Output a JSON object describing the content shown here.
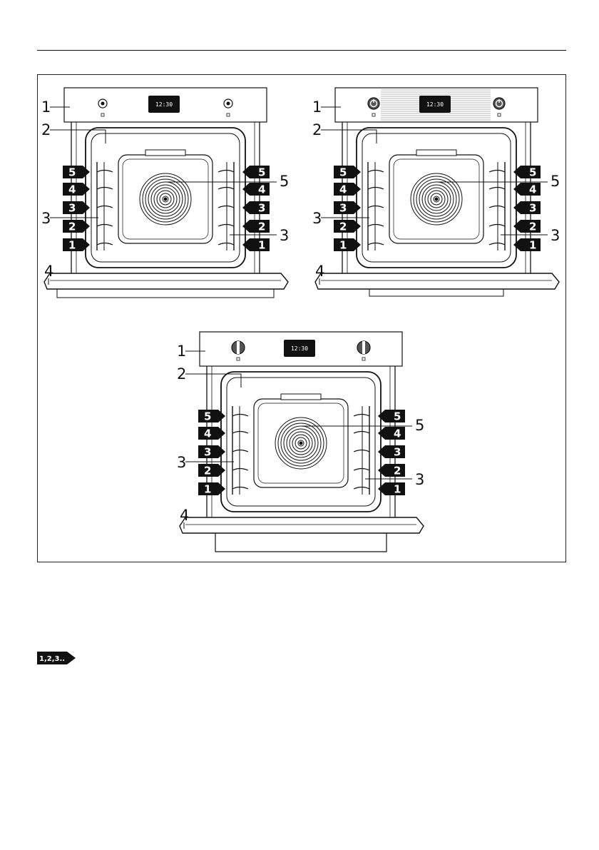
{
  "figure": {
    "ovens": [
      {
        "variant": "rotary-knobs",
        "display": "12:30"
      },
      {
        "variant": "push-knobs-steel-panel",
        "display": "12:30"
      },
      {
        "variant": "large-knobs",
        "display": "12:30"
      }
    ],
    "callouts": [
      "1",
      "2",
      "3",
      "4",
      "5"
    ],
    "levels": [
      "1",
      "2",
      "3",
      "4",
      "5"
    ]
  },
  "steps_icon": {
    "label": "1,2,3..",
    "icon": "numbered-steps-icon"
  }
}
